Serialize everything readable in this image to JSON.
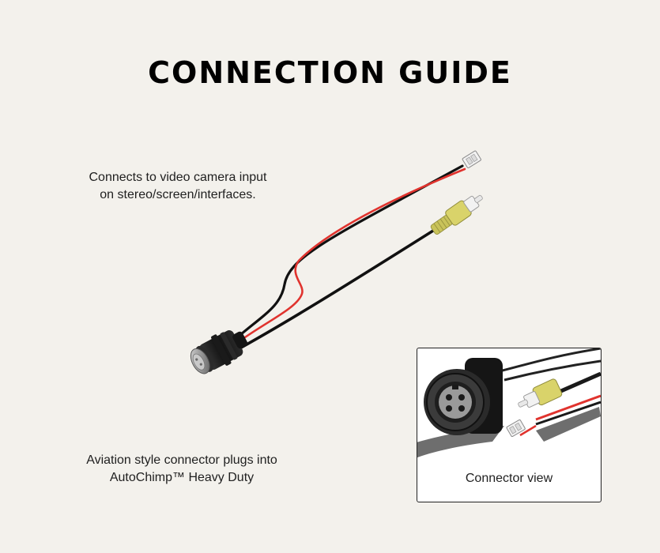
{
  "title": "CONNECTION GUIDE",
  "notes": {
    "top": [
      "Connects to video camera input",
      "on stereo/screen/interfaces."
    ],
    "bottom": [
      "Aviation style connector plugs into",
      "AutoChimp™ Heavy Duty"
    ]
  },
  "inset": {
    "caption": "Connector view"
  },
  "colors": {
    "background": "#f3f1ec",
    "wire_black": "#111111",
    "wire_red": "#e0332e",
    "rca_yellow": "#d9d36a",
    "connector_white": "#f2f2f2"
  }
}
